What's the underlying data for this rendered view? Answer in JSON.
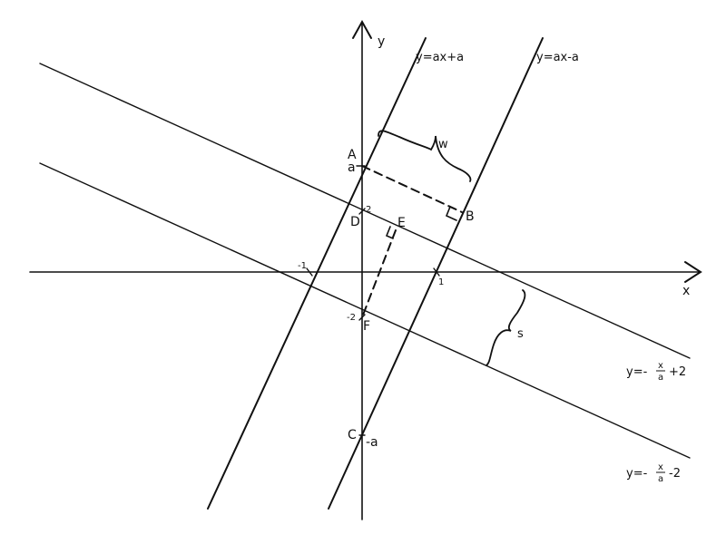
{
  "diagram": {
    "type": "coordinate-geometry sketch",
    "axes": {
      "x_label": "x",
      "y_label": "y"
    },
    "lines": {
      "steep_left": {
        "equation": "y=ax+a"
      },
      "steep_right": {
        "equation": "y=ax-a"
      },
      "shallow_upper": {
        "equation_prefix": "y=-",
        "frac_num": "x",
        "frac_den": "a",
        "equation_suffix": "+2"
      },
      "shallow_lower": {
        "equation_prefix": "y=-",
        "frac_num": "x",
        "frac_den": "a",
        "equation_suffix": "-2"
      }
    },
    "points": {
      "A": "A",
      "B": "B",
      "C": "C",
      "D": "D",
      "E": "E",
      "F": "F"
    },
    "tick_labels": {
      "y_a": "a",
      "y_2": "2",
      "y_neg2": "-2",
      "y_neg_a": "-a",
      "x_neg1": "-1",
      "x_1": "1"
    },
    "braces": {
      "width": "w",
      "spacing": "s"
    },
    "colors": {
      "ink": "#111111",
      "background": "#ffffff"
    }
  }
}
